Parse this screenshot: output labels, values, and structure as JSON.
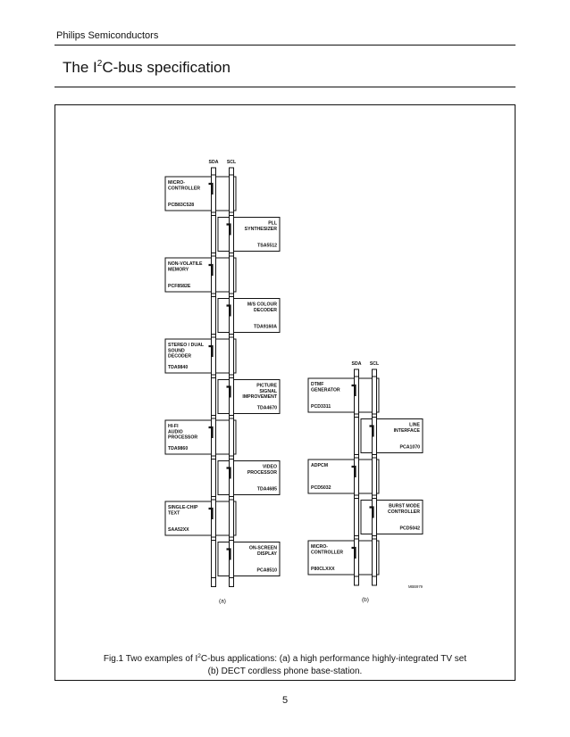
{
  "header": {
    "company": "Philips Semiconductors"
  },
  "title": {
    "pre": "The I",
    "sup": "2",
    "post": "C-bus specification"
  },
  "figure": {
    "left": {
      "sda": "SDA",
      "scl": "SCL",
      "label": "(a)",
      "devices": [
        {
          "side": "left",
          "lines": [
            "MICRO-",
            "CONTROLLER"
          ],
          "part": "PCB83C528"
        },
        {
          "side": "right",
          "lines": [
            "PLL",
            "SYNTHESIZER"
          ],
          "part": "TSA5512"
        },
        {
          "side": "left",
          "lines": [
            "NON-VOLATILE",
            "MEMORY"
          ],
          "part": "PCF8582E"
        },
        {
          "side": "right",
          "lines": [
            "M/S COLOUR",
            "DECODER"
          ],
          "part": "TDA9160A"
        },
        {
          "side": "left",
          "lines": [
            "STEREO / DUAL",
            "SOUND",
            "DECODER"
          ],
          "part": "TDA9840"
        },
        {
          "side": "right",
          "lines": [
            "PICTURE",
            "SIGNAL",
            "IMPROVEMENT"
          ],
          "part": "TDA4670"
        },
        {
          "side": "left",
          "lines": [
            "HI-FI",
            "AUDIO",
            "PROCESSOR"
          ],
          "part": "TDA9860"
        },
        {
          "side": "right",
          "lines": [
            "VIDEO",
            "PROCESSOR"
          ],
          "part": "TDA4685"
        },
        {
          "side": "left",
          "lines": [
            "SINGLE-CHIP",
            "TEXT"
          ],
          "part": "SAA52XX"
        },
        {
          "side": "right",
          "lines": [
            "ON-SCREEN",
            "DISPLAY"
          ],
          "part": "PCA8510"
        }
      ]
    },
    "right": {
      "sda": "SDA",
      "scl": "SCL",
      "label": "(b)",
      "devices": [
        {
          "side": "left",
          "lines": [
            "DTMF",
            "GENERATOR"
          ],
          "part": "PCD3311"
        },
        {
          "side": "right",
          "lines": [
            "LINE",
            "INTERFACE"
          ],
          "part": "PCA1070"
        },
        {
          "side": "left",
          "lines": [
            "ADPCM"
          ],
          "part": "PCD5032"
        },
        {
          "side": "right",
          "lines": [
            "BURST MODE",
            "CONTROLLER"
          ],
          "part": "PCD5042"
        },
        {
          "side": "left",
          "lines": [
            "MICRO-",
            "CONTROLLER"
          ],
          "part": "P80CLXXX"
        }
      ]
    },
    "ref": "MBB979"
  },
  "caption": {
    "pre": "Fig.1  Two examples of I",
    "sup": "2",
    "post": "C-bus applications: (a) a high performance highly-integrated TV set",
    "line2": "(b) DECT cordless phone base-station."
  },
  "page_number": "5"
}
